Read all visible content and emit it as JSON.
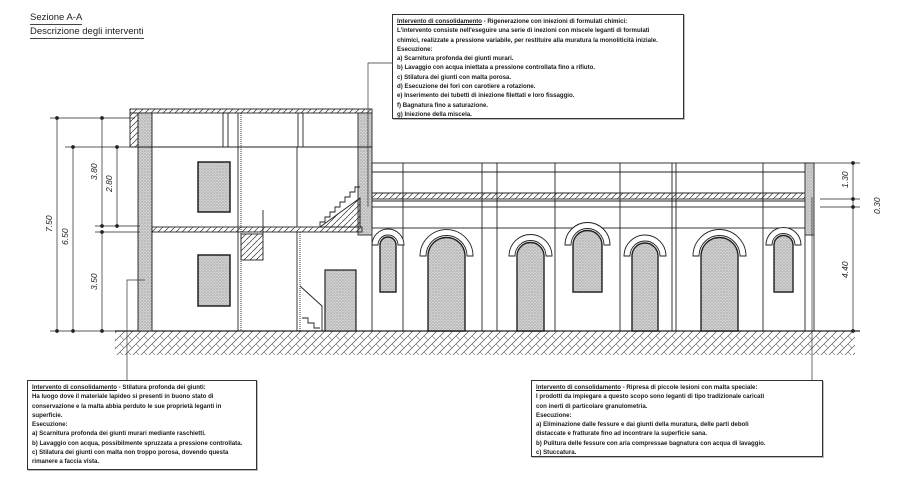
{
  "header": {
    "section_title": "Sezione A-A",
    "subtitle": "Descrizione degli interventi"
  },
  "dimensions": {
    "total_height": "7.50",
    "eaves_height": "6.50",
    "upper_floor": "3.80",
    "upper_floor_inner": "2.80",
    "ground_floor": "3.50",
    "parapet": "1.30",
    "slab": "0.30",
    "hall_height": "4.40"
  },
  "notes": {
    "top": {
      "heading": "Intervento di consolidamento",
      "title": " - Rigenerazione con iniezioni di formulati chimici:",
      "lines": [
        "L'intervento consiste nell'eseguire una serie di inezioni con miscele leganti di formulati",
        "chimici, realizzate a pressione variabile, per restituire alla muratura la monoliticità iniziale.",
        "Esecuzione:",
        "a) Scarnitura profonda dei giunti murari.",
        "b) Lavaggio con acqua iniettata a pressione controllata fino a rifiuto.",
        "c) Stilatura dei giunti con malta porosa.",
        "d) Esecuzione dei fori con carotiere a rotazione.",
        "e) Inserimento dei tubetti di iniezione filettati e loro fissaggio.",
        "f) Bagnatura fino a saturazione.",
        "g) Iniezione della miscela."
      ]
    },
    "left": {
      "heading": "Intervento di consolidamento",
      "title": " - Stilatura profonda dei giunti:",
      "lines": [
        "Ha luogo dove il materiale lapideo si presenti in buono stato di",
        "conservazione e la malta abbia perduto le sue proprietà leganti in",
        "superficie.",
        "Esecuzione:",
        "a) Scarnitura profonda dei giunti murari mediante raschietti.",
        "b) Lavaggio con acqua, possibilmente spruzzata a pressione controllata.",
        "c) Stilatura dei giunti con malta non troppo porosa, dovendo questa",
        "rimanere a faccia vista."
      ]
    },
    "right": {
      "heading": "Intervento di consolidamento",
      "title": " - Ripresa di piccole lesioni con malta speciale:",
      "lines": [
        "I prodotti da impiegare a questo scopo sono leganti di tipo tradizionale caricati",
        "con inerti di particolare granulometria.",
        "Esecuzione:",
        "a) Eliminazione dalle fessure e dai giunti della muratura, delle parti deboli",
        "distaccate e fratturate fino ad incontrare la superficie sana.",
        "b) Pulitura delle fessure con aria compressae bagnatura con acqua di lavaggio.",
        "c) Stuccatura."
      ]
    }
  },
  "colors": {
    "line": "#222222",
    "stipple": "#bdbdbd"
  }
}
